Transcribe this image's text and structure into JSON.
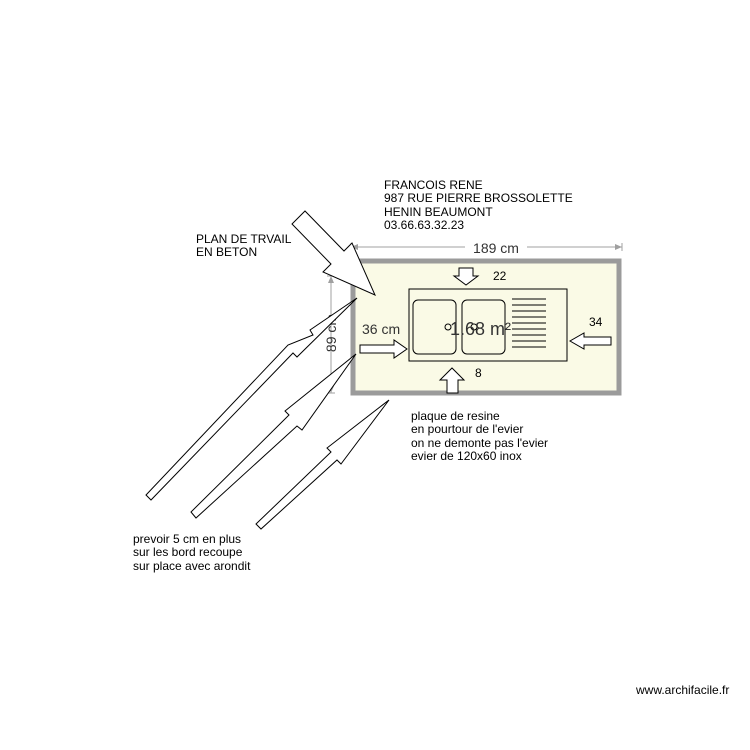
{
  "client": {
    "lines": [
      "FRANCOIS RENE",
      "987 RUE PIERRE BROSSOLETTE",
      "HENIN BEAUMONT",
      "03.66.63.32.23"
    ]
  },
  "worktop_label": {
    "lines": [
      "PLAN DE TRVAIL",
      "EN BETON"
    ]
  },
  "dimensions": {
    "width": "189 cm",
    "height": "89 cm",
    "left_offset": "36 cm",
    "top_offset": "22",
    "right_offset": "34",
    "bottom_offset": "8",
    "area": "1.68 m²"
  },
  "resin_note": {
    "lines": [
      "plaque de resine",
      "en pourtour de l'evier",
      "on ne demonte pas l'evier",
      "evier de 120x60 inox"
    ]
  },
  "cut_note": {
    "lines": [
      "prevoir 5 cm en plus",
      "sur les bord recoupe",
      "sur place avec arondit"
    ]
  },
  "watermark": "www.archifacile.fr",
  "colors": {
    "worktop_fill": "#fafae6",
    "worktop_border": "#9b9b9b",
    "dimension_line": "#a0a0a0",
    "ink": "#000000"
  }
}
